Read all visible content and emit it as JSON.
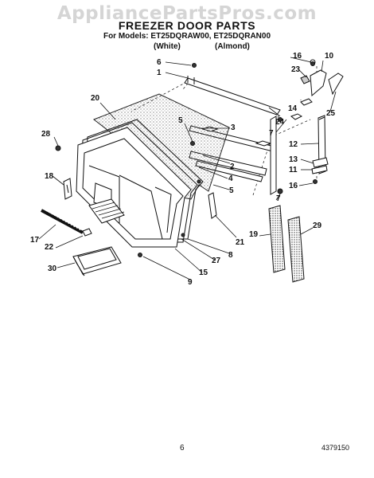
{
  "watermark": "AppliancePartsPros.com",
  "header": {
    "title": "FREEZER DOOR PARTS",
    "models": "For Models: ET25DQRAW00, ET25DQRAN00",
    "color_white": "(White)",
    "color_almond": "(Almond)"
  },
  "callouts": [
    "1",
    "2",
    "3",
    "4",
    "5",
    "5",
    "6",
    "7",
    "7",
    "8",
    "9",
    "10",
    "11",
    "12",
    "13",
    "14",
    "15",
    "16",
    "16",
    "17",
    "18",
    "19",
    "20",
    "21",
    "22",
    "23",
    "24",
    "25",
    "27",
    "28",
    "29",
    "30"
  ],
  "footer": {
    "page_number": "6",
    "doc_number": "4379150"
  }
}
